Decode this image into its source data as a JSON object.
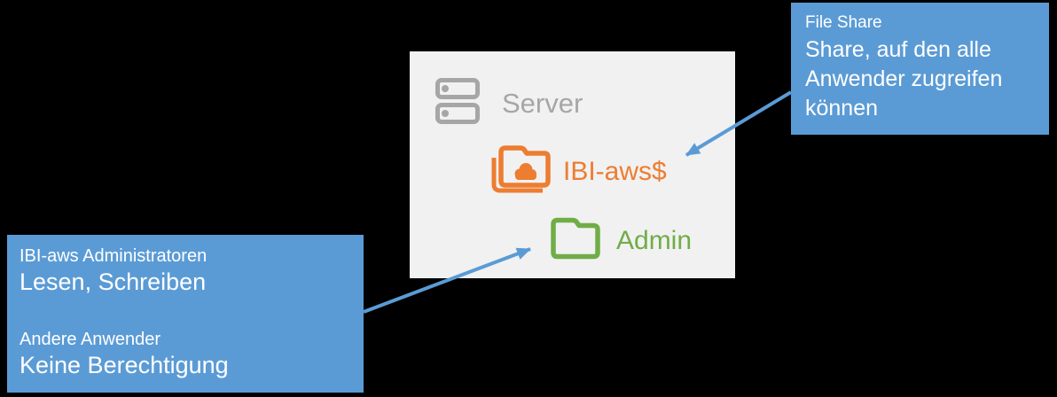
{
  "server_panel": {
    "server_label": "Server",
    "share_label": "IBI-aws$",
    "admin_label": "Admin"
  },
  "callout_file_share": {
    "title": "File Share",
    "body": "Share, auf den alle Anwender zugreifen können"
  },
  "callout_permissions": {
    "admins_group": "IBI-aws Administratoren",
    "admins_rights": "Lesen, Schreiben",
    "others_group": "Andere Anwender",
    "others_rights": "Keine Berechtigung"
  },
  "icons": {
    "server": "server-stack-icon",
    "share": "shared-cloud-folder-icon",
    "admin": "folder-icon"
  },
  "colors": {
    "background": "#000000",
    "panel_background": "#F1F1F1",
    "callout_blue": "#5B9BD5",
    "arrow_blue": "#5B9BD5",
    "server_gray": "#A6A6A6",
    "share_orange": "#ED7D31",
    "admin_green": "#70AD47",
    "callout_text": "#FFFFFF"
  }
}
